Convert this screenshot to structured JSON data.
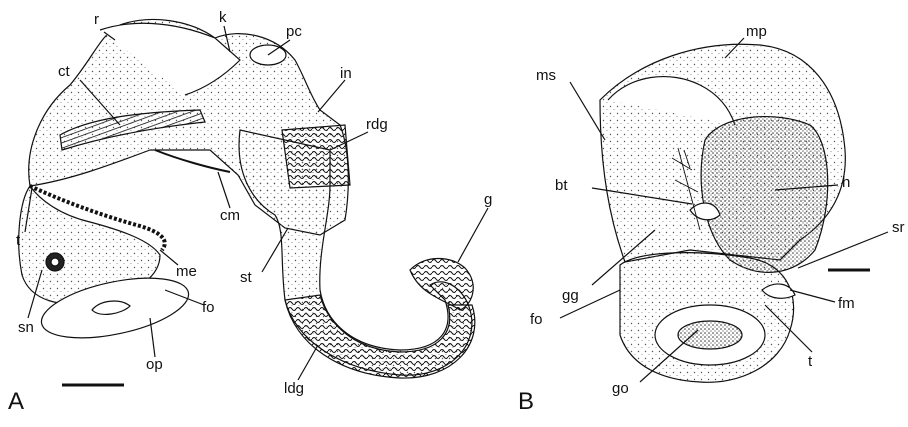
{
  "panels": [
    {
      "letter": "A",
      "labels": {
        "r": "r",
        "k": "k",
        "pc": "pc",
        "ct": "ct",
        "in": "in",
        "rdg": "rdg",
        "cm": "cm",
        "t": "t",
        "me": "me",
        "g": "g",
        "st": "st",
        "fo": "fo",
        "sn": "sn",
        "op": "op",
        "ldg": "ldg"
      }
    },
    {
      "letter": "B",
      "labels": {
        "ms": "ms",
        "mp": "mp",
        "bt": "bt",
        "h": "h",
        "sr": "sr",
        "gg": "gg",
        "fm": "fm",
        "fo": "fo",
        "t": "t",
        "go": "go"
      }
    }
  ],
  "colors": {
    "ink": "#111111",
    "paper": "#ffffff",
    "stipple": "#555555"
  }
}
